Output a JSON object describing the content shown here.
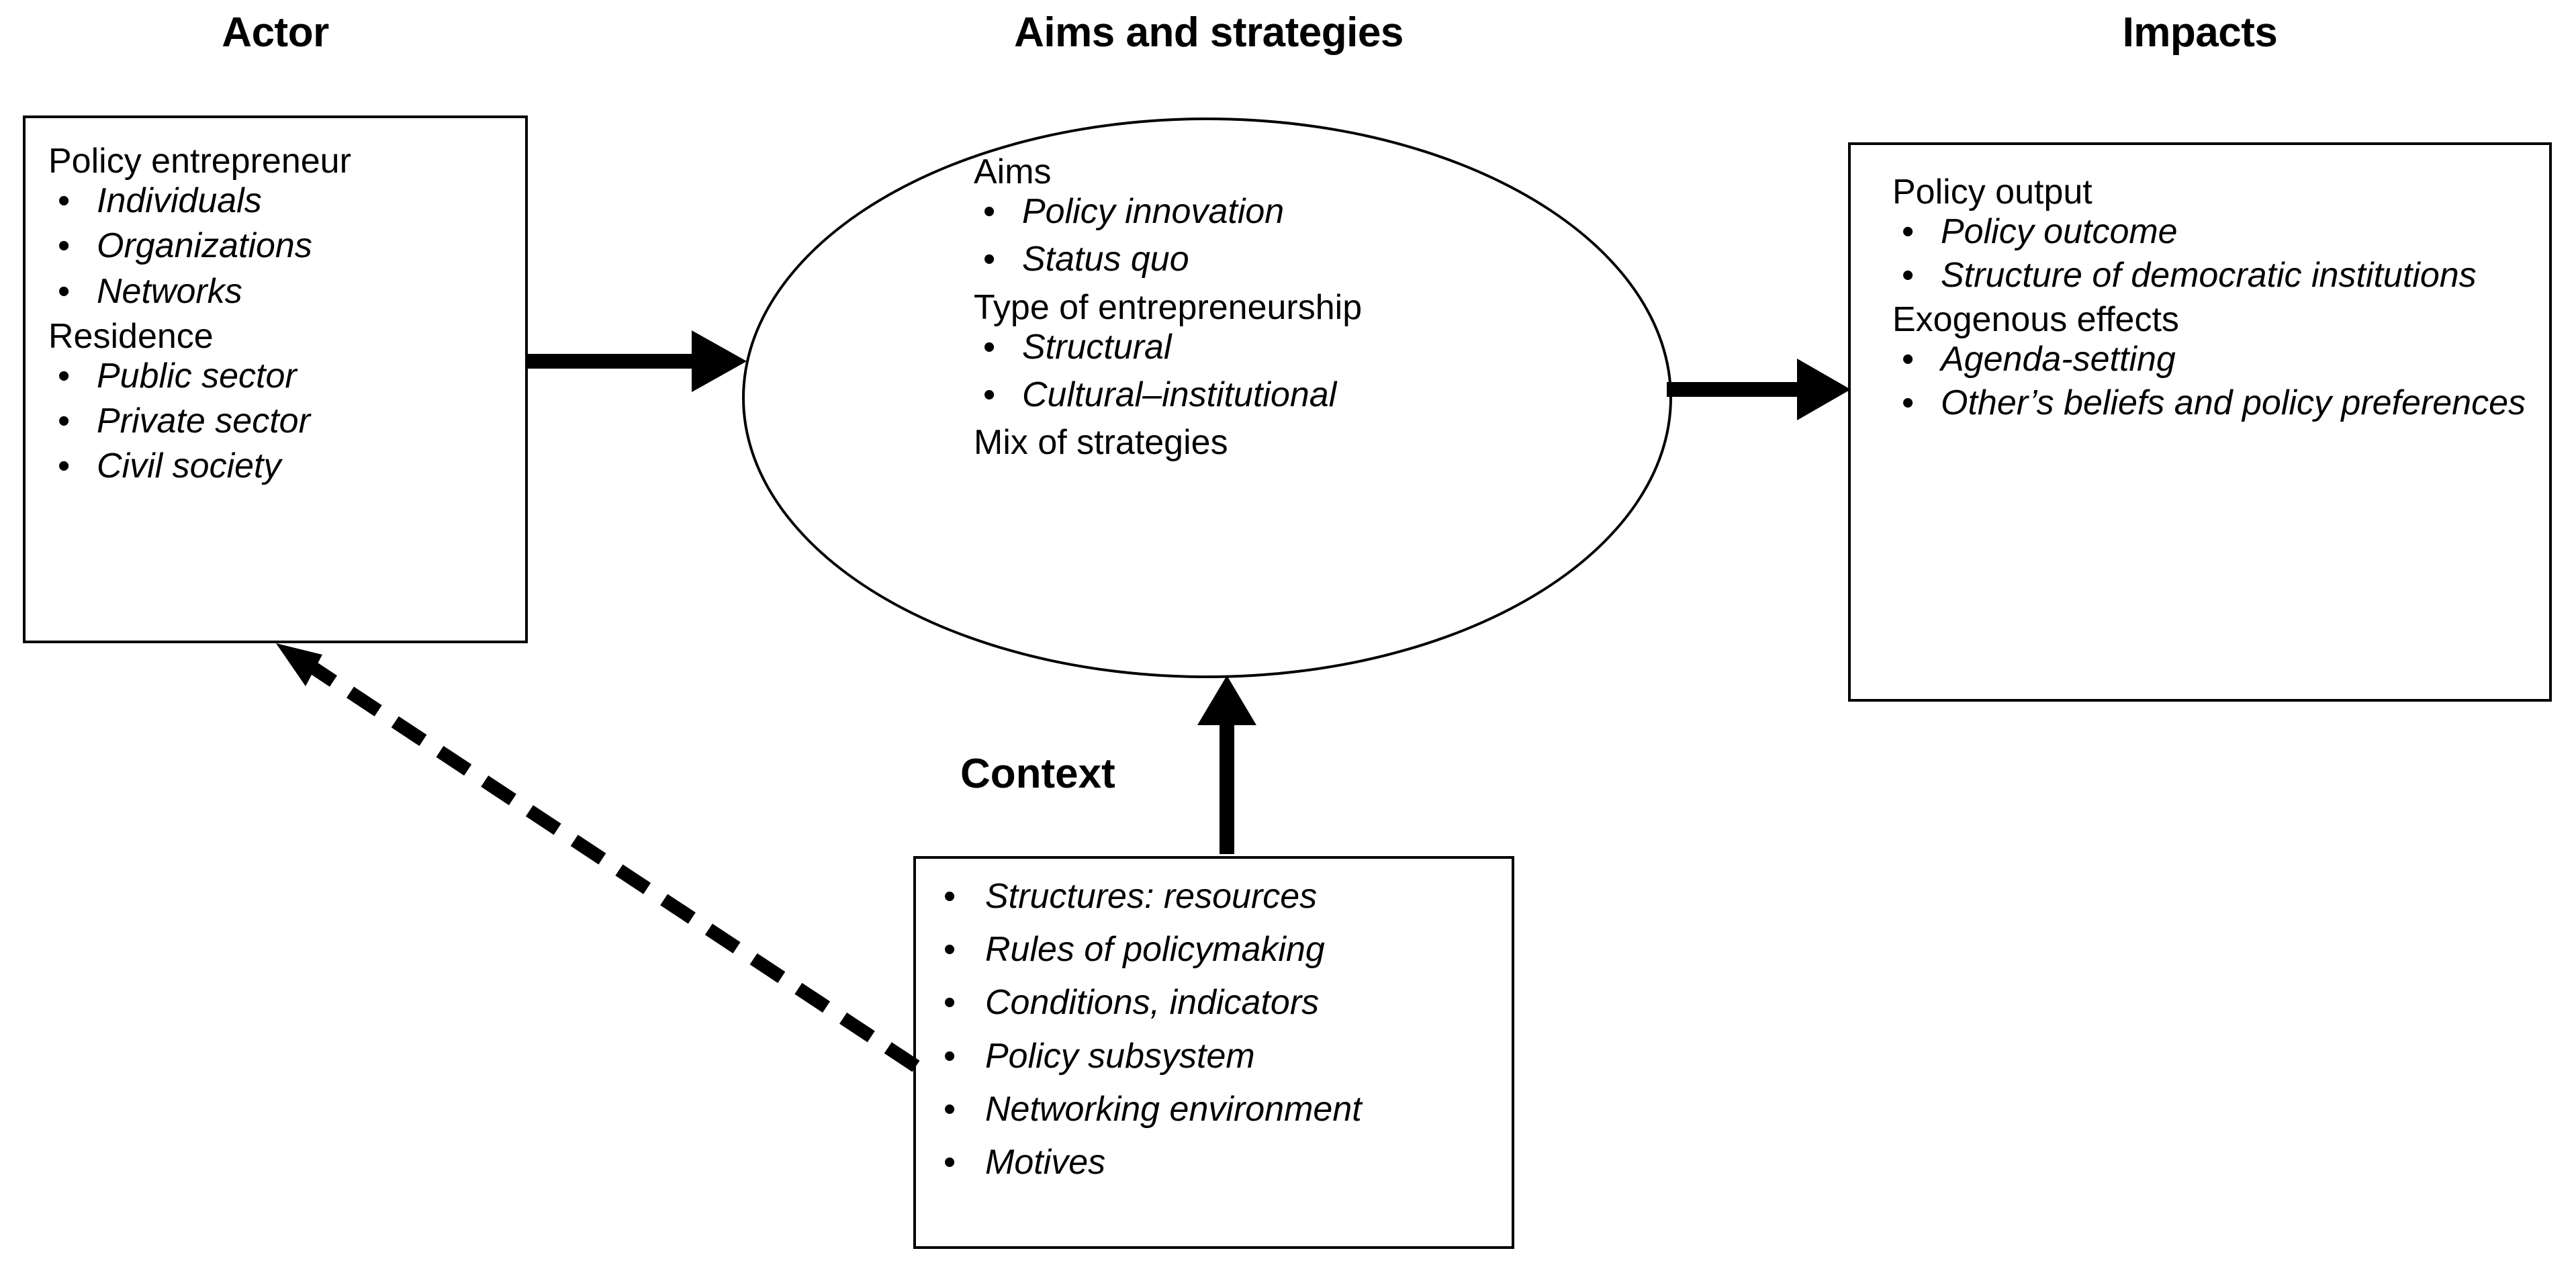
{
  "titles": {
    "actor": "Actor",
    "aims": "Aims and strategies",
    "impacts": "Impacts",
    "context": "Context"
  },
  "actor_box": {
    "group1_heading": "Policy entrepreneur",
    "group1_items": [
      "Individuals",
      "Organizations",
      "Networks"
    ],
    "group2_heading": "Residence",
    "group2_items": [
      "Public sector",
      "Private sector",
      "Civil society"
    ]
  },
  "aims_ellipse": {
    "group1_heading": "Aims",
    "group1_items": [
      "Policy innovation",
      "Status quo"
    ],
    "group2_heading": "Type of entrepreneurship",
    "group2_items": [
      "Structural",
      "Cultural–institutional"
    ],
    "group3_heading": "Mix of strategies"
  },
  "impacts_box": {
    "group1_heading": "Policy output",
    "group1_items": [
      "Policy outcome",
      "Structure of democratic institutions"
    ],
    "group2_heading": "Exogenous effects",
    "group2_items": [
      "Agenda-setting",
      "Other’s beliefs and policy preferences"
    ]
  },
  "context_box": {
    "items": [
      "Structures: resources",
      "Rules of policymaking",
      "Conditions, indicators",
      "Policy subsystem",
      "Networking environment",
      "Motives"
    ]
  },
  "connectors": [
    {
      "name": "actor-to-aims-arrow",
      "style": "solid",
      "from": "Actor",
      "to": "Aims and strategies"
    },
    {
      "name": "aims-to-impacts-arrow",
      "style": "solid",
      "from": "Aims and strategies",
      "to": "Impacts"
    },
    {
      "name": "context-to-aims-arrow",
      "style": "solid",
      "from": "Context",
      "to": "Aims and strategies"
    },
    {
      "name": "context-to-actor-arrow",
      "style": "dashed",
      "from": "Context",
      "to": "Actor"
    }
  ],
  "colors": {
    "stroke": "#000000",
    "background": "#ffffff",
    "text": "#000000"
  }
}
